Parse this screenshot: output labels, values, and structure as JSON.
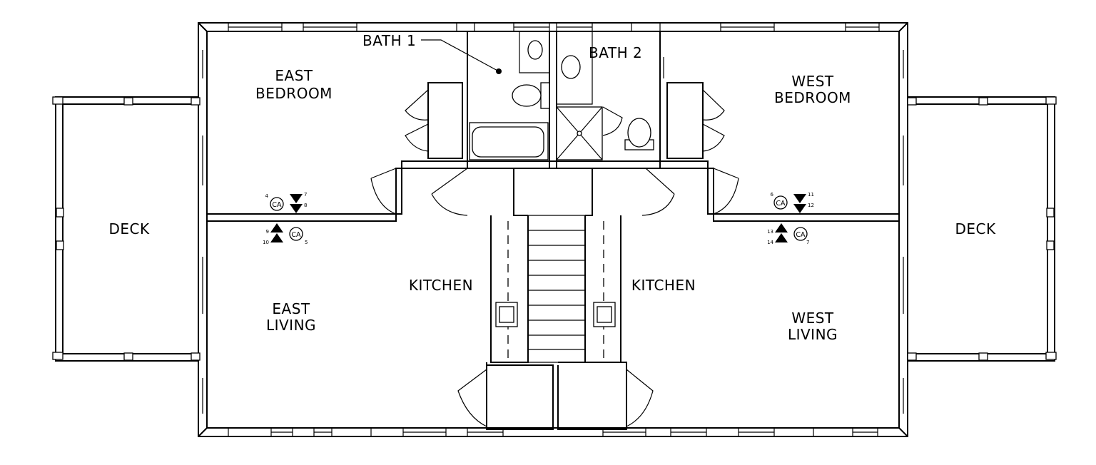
{
  "rooms": {
    "east_bedroom": [
      "EAST",
      "BEDROOM"
    ],
    "west_bedroom": [
      "WEST",
      "BEDROOM"
    ],
    "east_living": [
      "EAST",
      "LIVING"
    ],
    "west_living": [
      "WEST",
      "LIVING"
    ],
    "bath1": "BATH 1",
    "bath2": "BATH 2",
    "kitchen_left": "KITCHEN",
    "kitchen_right": "KITCHEN",
    "deck_left": "DECK",
    "deck_right": "DECK"
  },
  "symbols": {
    "ca_label": "CA",
    "east": {
      "ca_top_num": "4",
      "ca_bottom_num": "5",
      "tri_down_1": "7",
      "tri_down_2": "8",
      "tri_up_1": "9",
      "tri_up_2": "10"
    },
    "west": {
      "ca_top_num": "6",
      "ca_bottom_num": "7",
      "tri_down_1": "11",
      "tri_down_2": "12",
      "tri_up_1": "13",
      "tri_up_2": "14"
    }
  }
}
